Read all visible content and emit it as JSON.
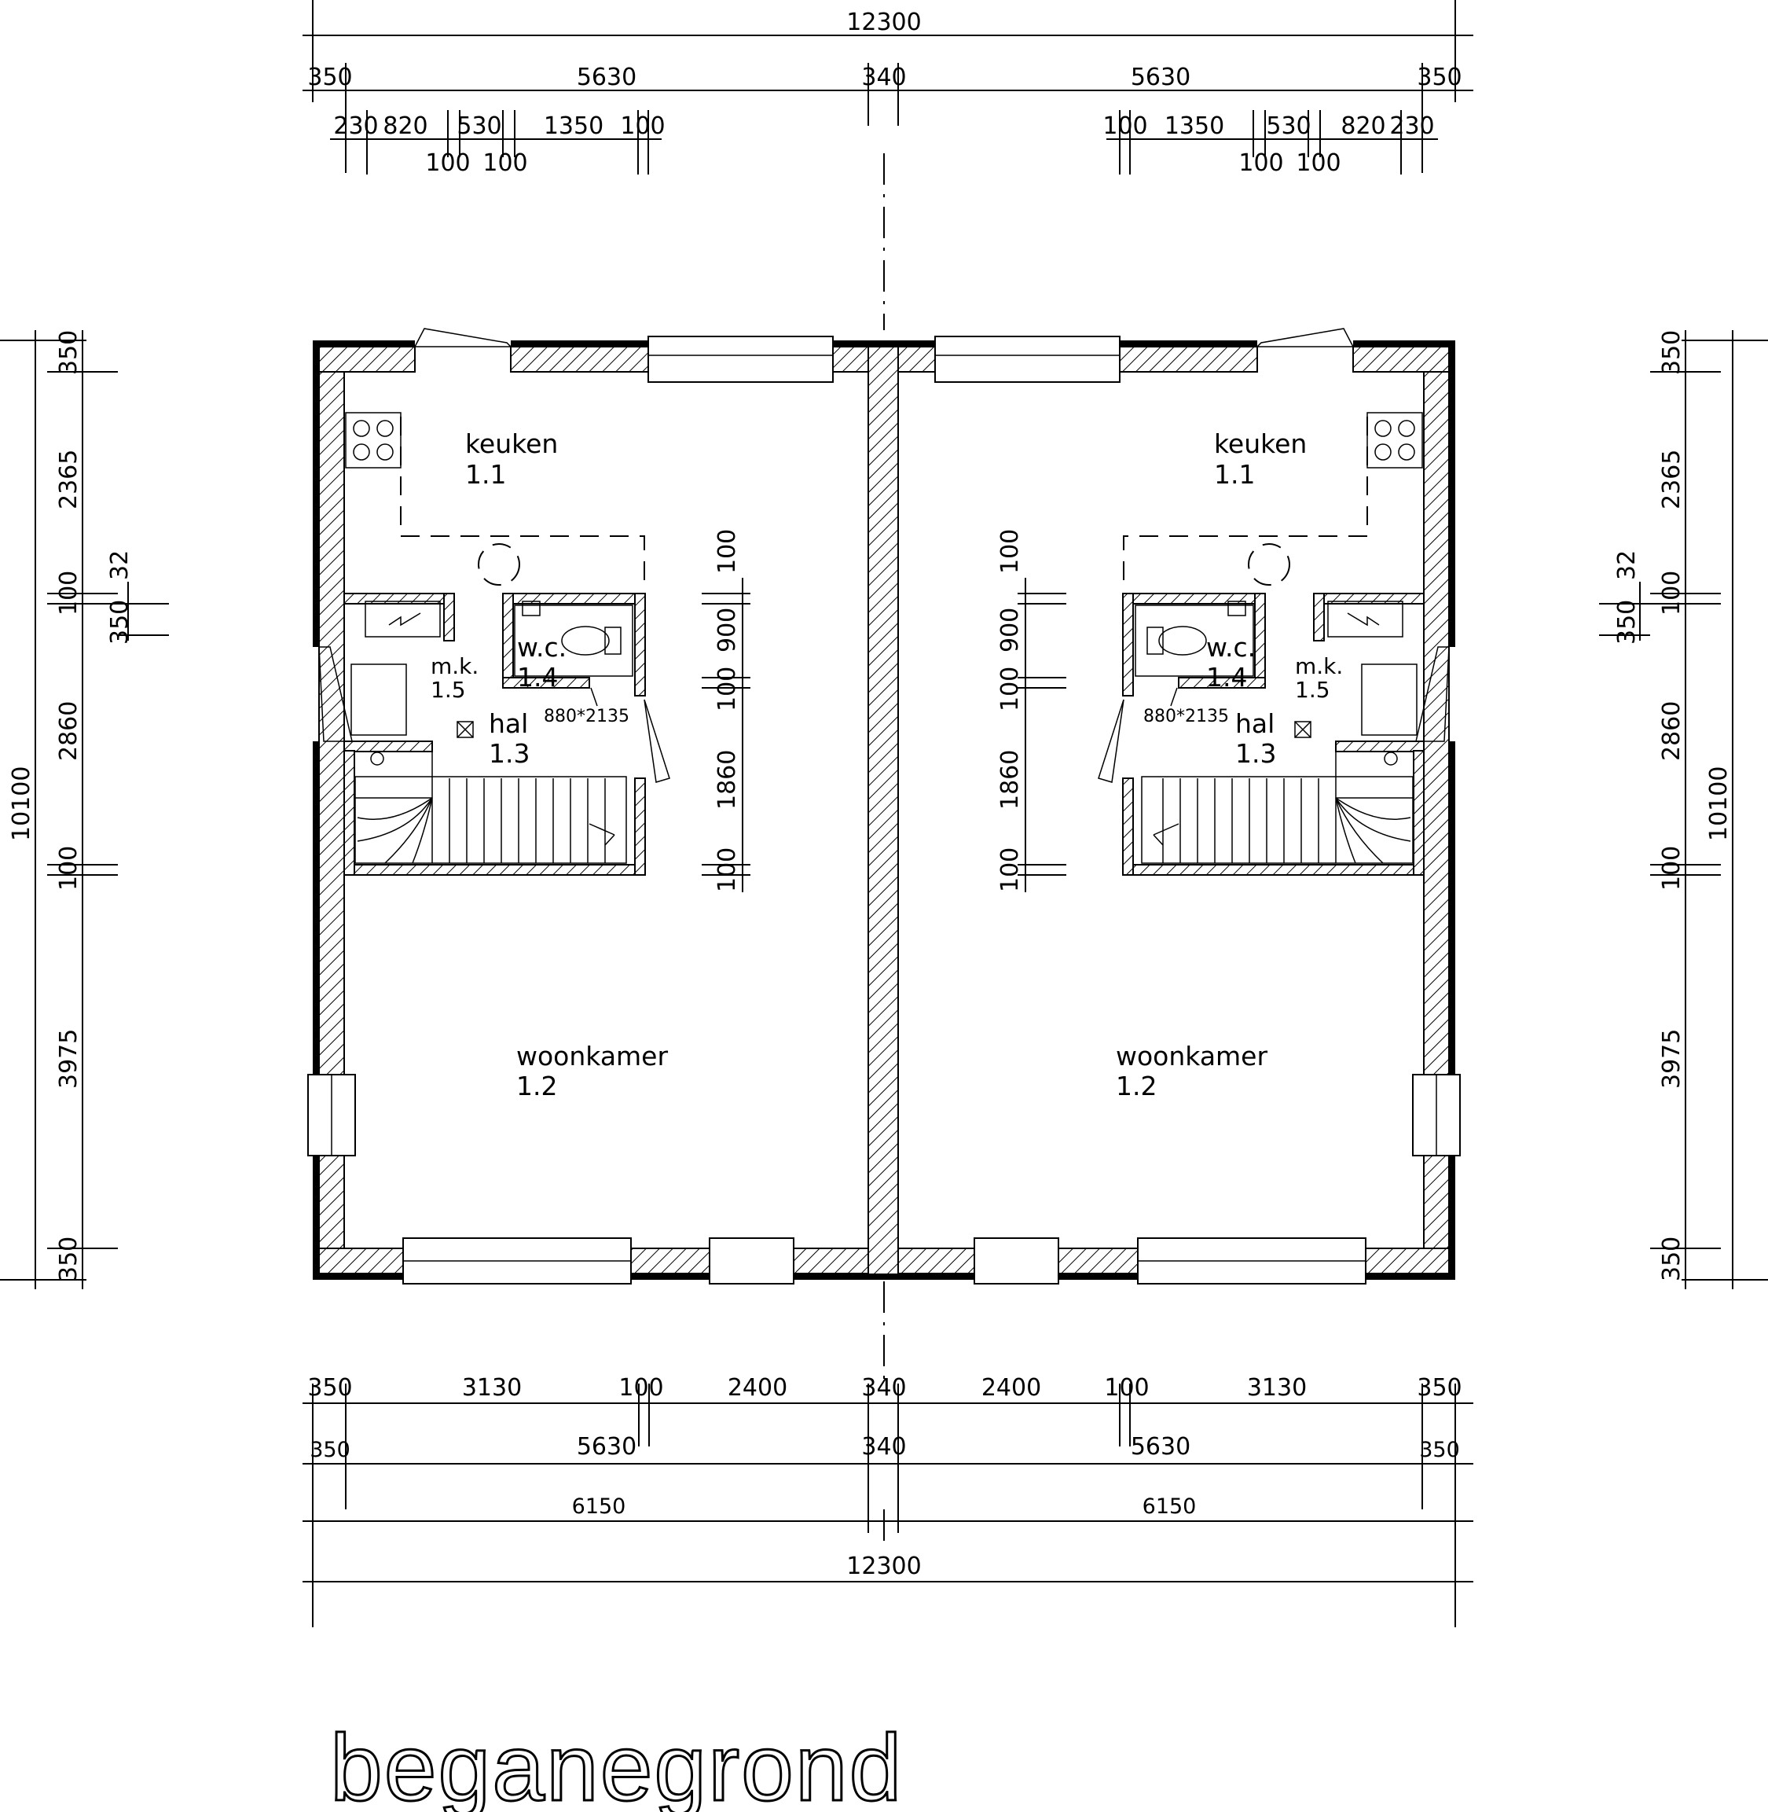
{
  "title": "beganegrond",
  "dimensions": {
    "top_total": "12300",
    "top_row2": [
      "350",
      "5630",
      "340",
      "5630",
      "350"
    ],
    "top_row3_left": [
      "230",
      "820",
      "530",
      "1350",
      "100"
    ],
    "top_row3_right": [
      "100",
      "1350",
      "530",
      "820",
      "230"
    ],
    "top_row4_left": [
      "100",
      "100"
    ],
    "top_row4_right": [
      "100",
      "100"
    ],
    "bottom_row1": [
      "350",
      "3130",
      "100",
      "2400",
      "340",
      "2400",
      "100",
      "3130",
      "350"
    ],
    "bottom_row2": [
      "350",
      "5630",
      "340",
      "5630",
      "350"
    ],
    "bottom_row3": [
      "6150",
      "6150"
    ],
    "bottom_total": "12300",
    "left_total": "10100",
    "side_chain": [
      "350",
      "2365",
      "100",
      "2860",
      "100",
      "3975",
      "350"
    ],
    "side_small": [
      "32",
      "350"
    ],
    "right_total": "10100",
    "hall_chain": [
      "100",
      "900",
      "100",
      "1860",
      "100"
    ]
  },
  "rooms": {
    "keuken_name": "keuken",
    "keuken_num": "1.1",
    "woonkamer_name": "woonkamer",
    "woonkamer_num": "1.2",
    "hal_name": "hal",
    "hal_num": "1.3",
    "wc_name": "w.c.",
    "wc_num": "1.4",
    "mk_name": "m.k.",
    "mk_num": "1.5",
    "door_size": "880*2135"
  }
}
